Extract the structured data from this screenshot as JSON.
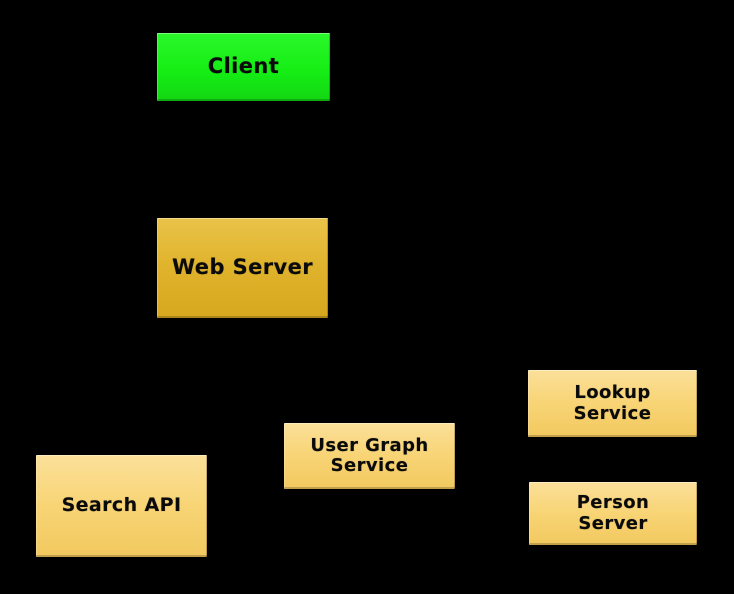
{
  "diagram": {
    "background_color": "#000000",
    "nodes": [
      {
        "id": "client",
        "label": "Client",
        "color": "#22ee22",
        "text_color": "#0a0a0a"
      },
      {
        "id": "web-server",
        "label": "Web Server",
        "color": "#e2b62e",
        "text_color": "#0a0a0a"
      },
      {
        "id": "user-graph-service",
        "label": "User Graph\nService",
        "color": "#f9d976",
        "text_color": "#0a0a0a"
      },
      {
        "id": "lookup-service",
        "label": "Lookup\nService",
        "color": "#f9d976",
        "text_color": "#0a0a0a"
      },
      {
        "id": "person-server",
        "label": "Person\nServer",
        "color": "#f9d976",
        "text_color": "#0a0a0a"
      },
      {
        "id": "search-api",
        "label": "Search API",
        "color": "#f9d976",
        "text_color": "#0a0a0a"
      }
    ]
  }
}
